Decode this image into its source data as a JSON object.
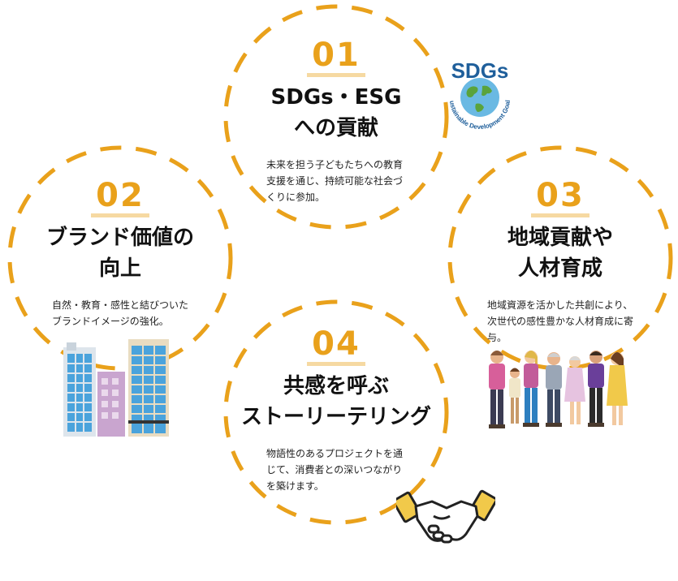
{
  "items": [
    {
      "num": "01",
      "title_line1": "SDGs・ESG",
      "title_line2": "への貢献",
      "desc": "未来を担う子どもたちへの教育支援を通じ、持続可能な社会づくりに参加。"
    },
    {
      "num": "02",
      "title_line1": "ブランド価値の",
      "title_line2": "向上",
      "desc": "自然・教育・感性と結びついたブランドイメージの強化。"
    },
    {
      "num": "03",
      "title_line1": "地域貢献や",
      "title_line2": "人材育成",
      "desc": "地域資源を活かした共創により、次世代の感性豊かな人材育成に寄与。"
    },
    {
      "num": "04",
      "title_line1": "共感を呼ぶ",
      "title_line2": "ストーリーテリング",
      "desc": "物語性のあるプロジェクトを通じて、消費者との深いつながりを築けます。"
    }
  ],
  "sdgs_logo": {
    "letters": "SDGs",
    "ring_text": "Sustainable Development Goals"
  },
  "colors": {
    "accent": "#e9a11b",
    "underline": "#f6d9a2",
    "sdgs_blue": "#1f5f9b"
  },
  "icons": [
    "sdgs-logo",
    "buildings-illustration",
    "people-illustration",
    "handshake-illustration"
  ]
}
